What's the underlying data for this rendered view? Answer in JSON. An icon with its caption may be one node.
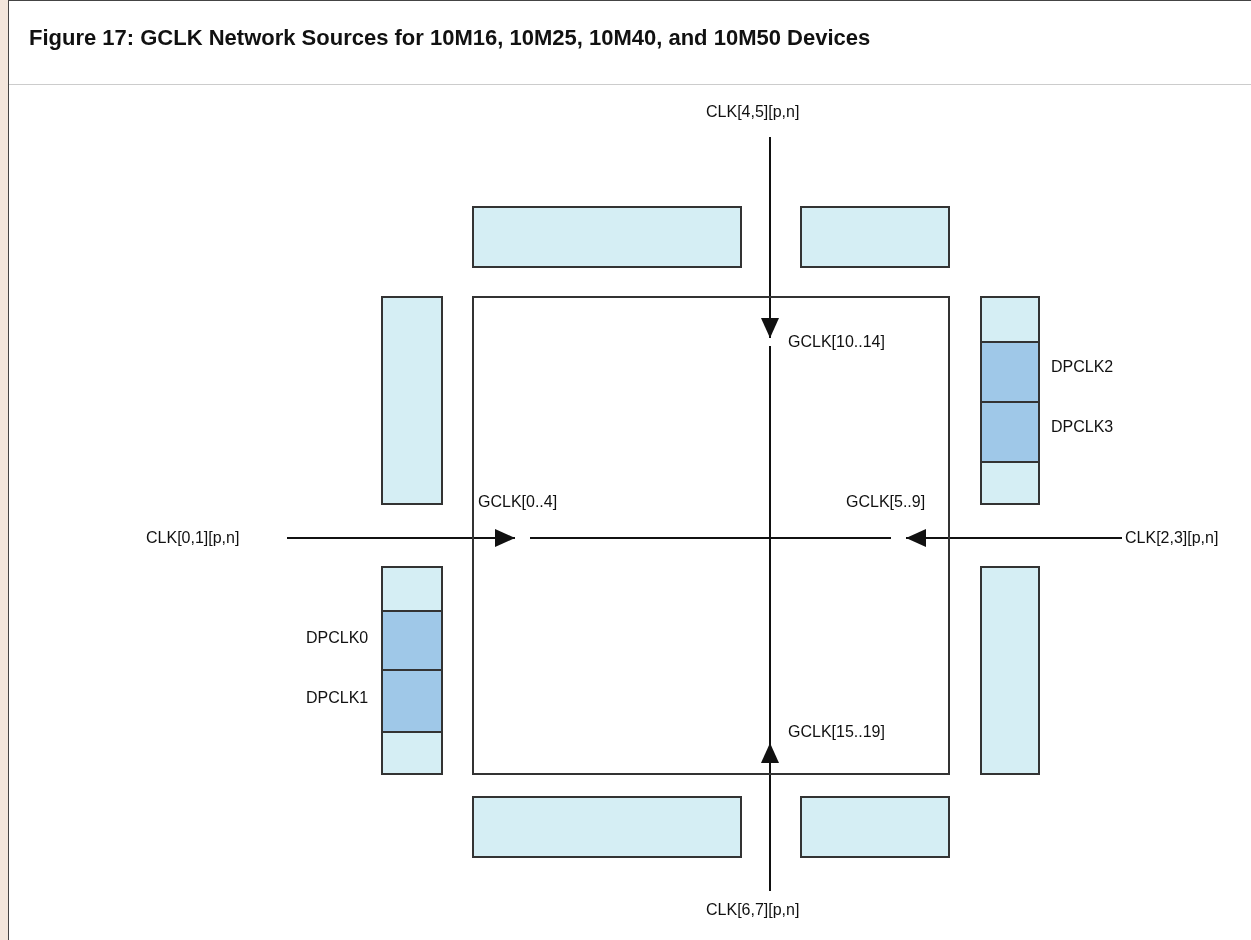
{
  "diagram": {
    "title": "Figure 17: GCLK Network Sources for 10M16, 10M25, 10M40, and 10M50 Devices",
    "nodes": [
      {
        "text": [
          "CLK[4,5][p,n]"
        ]
      },
      {
        "text": [],
        "shape": "bar"
      },
      {
        "text": [],
        "shape": "bar"
      },
      {
        "text": [],
        "shape": "box"
      },
      {
        "text": [
          "GCLK[10..14]"
        ],
        "in": 3
      },
      {
        "text": [],
        "shape": "bar"
      },
      {
        "text": [],
        "shape": "bar",
        "beside": [
          "DPCLK2",
          "DPCLK3"
        ]
      },
      {
        "text": [
          "GCLK[0..4]"
        ],
        "in": 3
      },
      {
        "text": [
          "GCLK[5..9]"
        ],
        "in": 3
      },
      {
        "text": [
          "CLK[0,1][p,n]"
        ]
      },
      {
        "text": [
          "CLK[2,3][p,n]"
        ]
      },
      {
        "text": [],
        "shape": "bar",
        "beside": [
          "DPCLK0",
          "DPCLK1"
        ]
      },
      {
        "text": [],
        "shape": "bar"
      },
      {
        "text": [
          "GCLK[15..19]"
        ],
        "in": 3
      },
      {
        "text": [],
        "shape": "bar"
      },
      {
        "text": [],
        "shape": "bar"
      },
      {
        "text": [
          "CLK[6,7][p,n]"
        ]
      }
    ],
    "edges": [
      {
        "from": 0,
        "to": 4,
        "arrow": "to"
      },
      {
        "from": 9,
        "to": 7,
        "arrow": "to"
      },
      {
        "from": 10,
        "to": 8,
        "arrow": "to"
      },
      {
        "from": 16,
        "to": 13,
        "arrow": "to"
      },
      {
        "from": 4,
        "to": 13,
        "arrow": "none"
      },
      {
        "from": 7,
        "to": 8,
        "arrow": "none"
      }
    ]
  }
}
